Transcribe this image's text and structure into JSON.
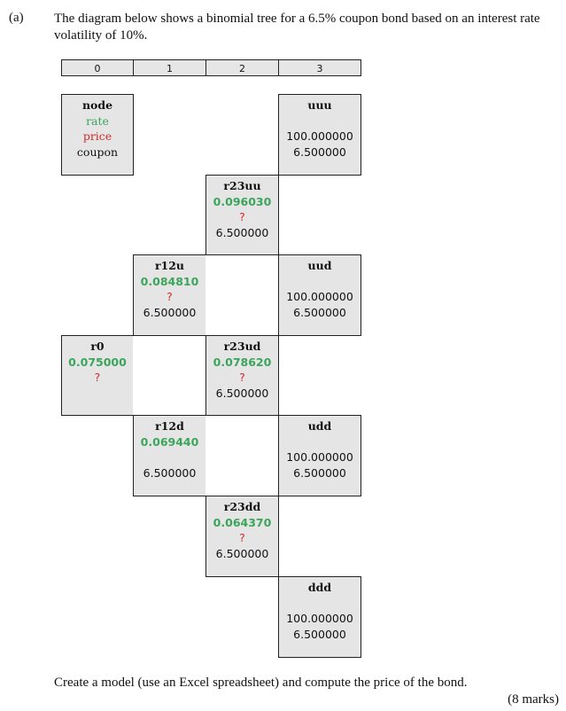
{
  "question": {
    "label": "(a)",
    "intro": "The diagram below shows a binomial tree for a 6.5% coupon bond based on an interest rate volatility of 10%.",
    "instruction": "Create a model (use an Excel spreadsheet) and compute the price of the bond.",
    "marks": "(8 marks)"
  },
  "tree": {
    "periods": [
      "0",
      "1",
      "2",
      "3"
    ],
    "legend": {
      "node": "node",
      "rate": "rate",
      "price": "price",
      "coupon": "coupon"
    },
    "colors": {
      "rate": "#3ba55c",
      "price": "#d42a2a",
      "box_fill": "#e6e5e5"
    },
    "nodes": {
      "r0": {
        "label": "r0",
        "rate": "0.075000",
        "price": "?",
        "coupon": ""
      },
      "r12u": {
        "label": "r12u",
        "rate": "0.084810",
        "price": "?",
        "coupon": "6.500000"
      },
      "r12d": {
        "label": "r12d",
        "rate": "0.069440",
        "price": "",
        "coupon": "6.500000"
      },
      "r23uu": {
        "label": "r23uu",
        "rate": "0.096030",
        "price": "?",
        "coupon": "6.500000"
      },
      "r23ud": {
        "label": "r23ud",
        "rate": "0.078620",
        "price": "?",
        "coupon": "6.500000"
      },
      "r23dd": {
        "label": "r23dd",
        "rate": "0.064370",
        "price": "?",
        "coupon": "6.500000"
      },
      "uuu": {
        "label": "uuu",
        "price": "100.000000",
        "coupon": "6.500000"
      },
      "uud": {
        "label": "uud",
        "price": "100.000000",
        "coupon": "6.500000"
      },
      "udd": {
        "label": "udd",
        "price": "100.000000",
        "coupon": "6.500000"
      },
      "ddd": {
        "label": "ddd",
        "price": "100.000000",
        "coupon": "6.500000"
      }
    }
  }
}
